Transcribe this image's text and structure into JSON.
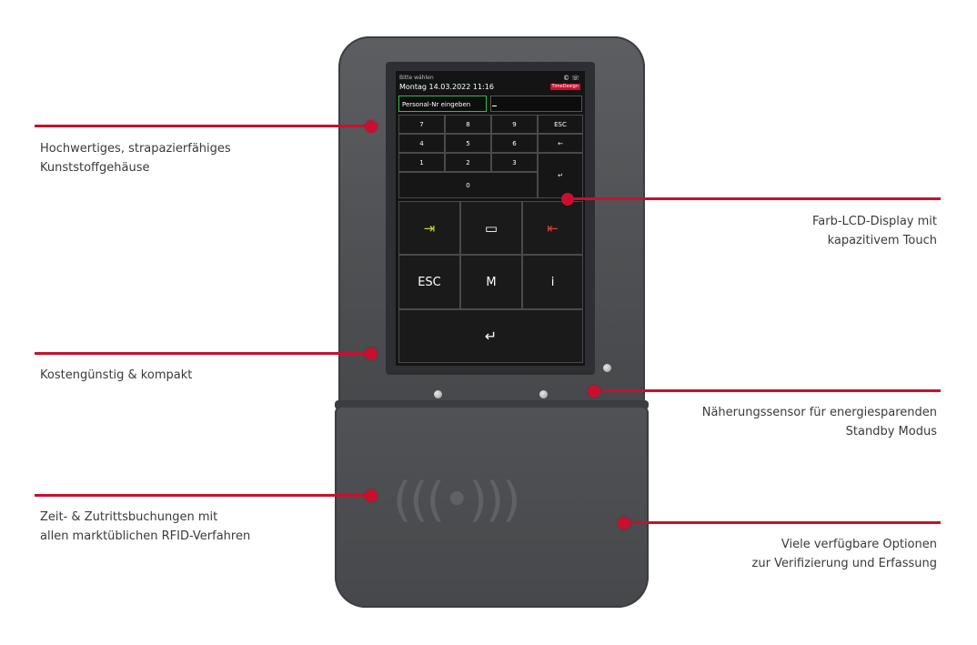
{
  "callouts": {
    "housing": {
      "line1": "Hochwertiges, strapazierfähiges",
      "line2": "Kunststoffgehäuse"
    },
    "compact": {
      "line1": "Kostengünstig & kompakt"
    },
    "rfid": {
      "line1": "Zeit- & Zutrittsbuchungen mit",
      "line2": "allen marktüblichen RFID-Verfahren"
    },
    "display": {
      "line1": "Farb-LCD-Display mit",
      "line2": "kapazitivem Touch"
    },
    "sensor": {
      "line1": "Näherungssensor für energiesparenden",
      "line2": "Standby Modus"
    },
    "options": {
      "line1": "Viele verfügbare Optionen",
      "line2": "zur Verifizierung und Erfassung"
    }
  },
  "screen": {
    "status_text": "Bitte wählen",
    "status_icons": "© ☏",
    "date_time": "Montag 14.03.2022 11:16",
    "brand": "TimeDesign",
    "input_label": "Personal-Nr eingeben",
    "keypad": {
      "k7": "7",
      "k8": "8",
      "k9": "9",
      "esc": "ESC",
      "k4": "4",
      "k5": "5",
      "k6": "6",
      "backspace": "←",
      "k1": "1",
      "k2": "2",
      "k3": "3",
      "enter": "↵",
      "k0": "0"
    },
    "function_keys": {
      "come": "⇥",
      "business": "▭",
      "go": "⇤",
      "esc": "ESC",
      "m": "M",
      "info": "i",
      "enter": "↵"
    }
  },
  "colors": {
    "accent": "#c8102e",
    "device": "#4e5053",
    "screen": "#141414",
    "come": "#c9d42a",
    "go": "#e53935",
    "input_border": "#2bbf4b"
  },
  "icons": {
    "rfid": "(((•)))"
  }
}
